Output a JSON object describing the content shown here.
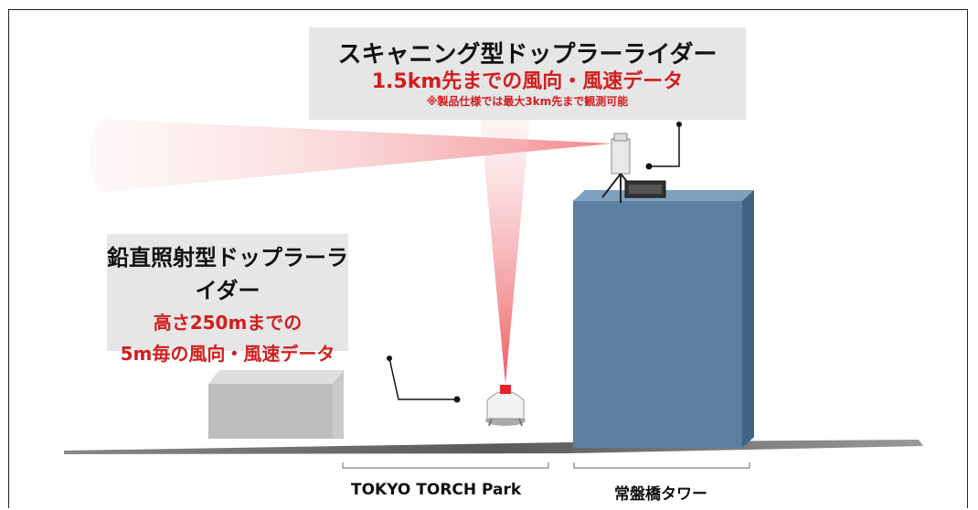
{
  "scanning_lidar": {
    "title": "スキャニング型ドップラーライダー",
    "detail": "1.5km先までの風向・風速データ",
    "note": "※製品仕様では最大3km先まで観測可能"
  },
  "vertical_lidar": {
    "title": "鉛直照射型ドップラーライダー",
    "detail_line1": "高さ250mまでの",
    "detail_line2": "5m毎の風向・風速データ"
  },
  "ground_labels": {
    "park": "TOKYO TORCH Park",
    "tower": "常盤橋タワー"
  },
  "colors": {
    "beam_red": "#e8222a",
    "tower_blue": "#5b7f9e",
    "callout_gray": "#e6e6e6",
    "accent_red": "#d21e1e"
  }
}
